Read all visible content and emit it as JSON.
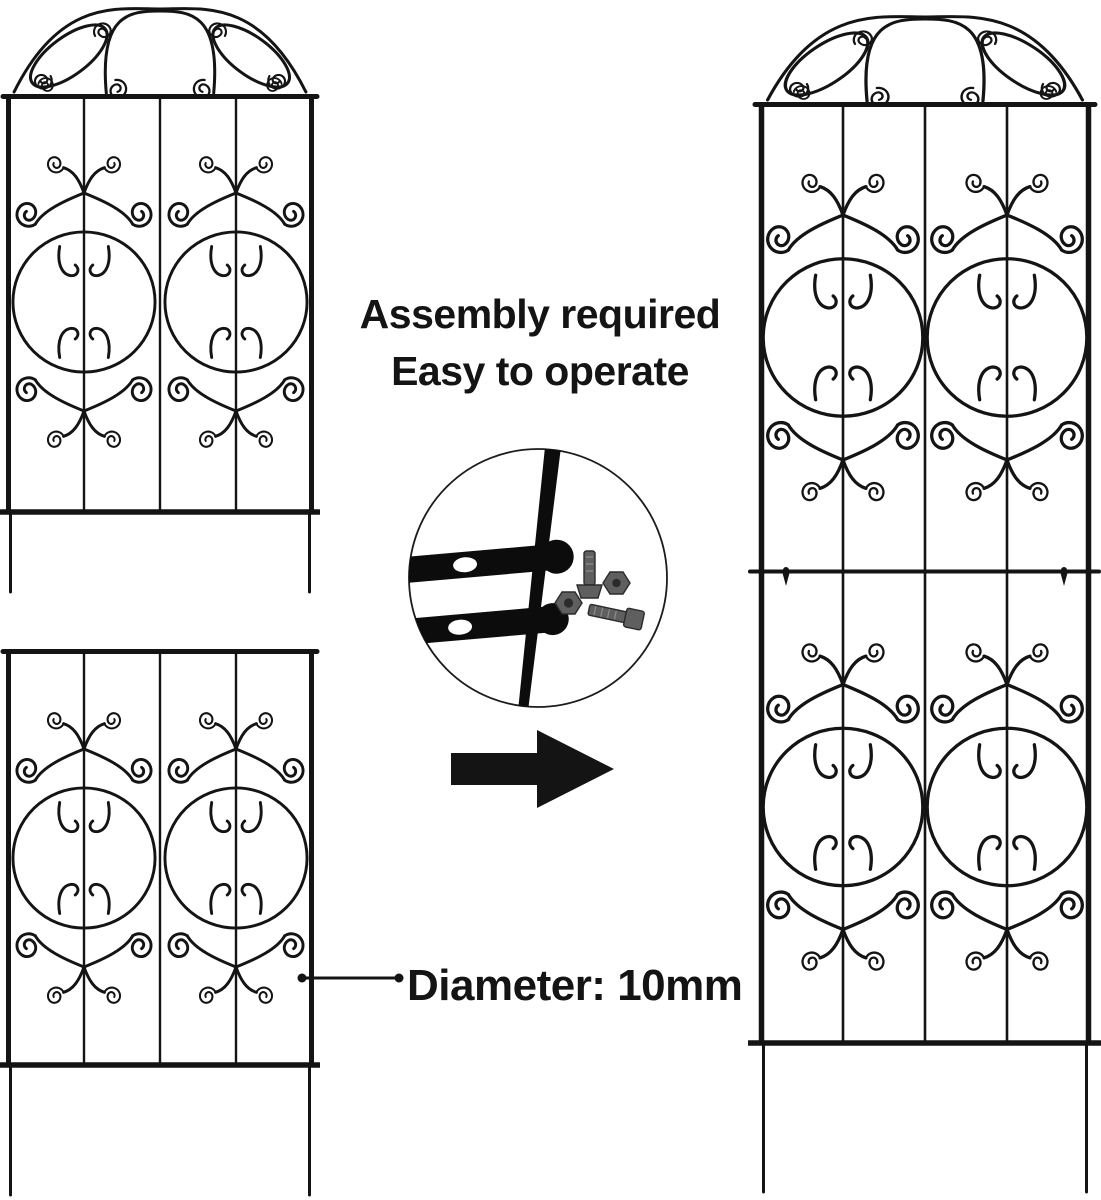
{
  "colors": {
    "background": "#ffffff",
    "ink": "#141414",
    "hardware_gray": "#5f5f5f"
  },
  "annotations": {
    "assembly_line1": "Assembly required",
    "assembly_line2": "Easy to operate",
    "diameter_label": "Diameter: 10mm"
  },
  "panels": {
    "arched_panel": {
      "columns": 4,
      "arched_top": true
    },
    "flat_panel": {
      "columns": 4,
      "arched_top": false
    },
    "assembled_panel": {
      "columns": 4,
      "arched_top": true,
      "sections": 2
    }
  },
  "detail_inset": {
    "hardware": [
      "bolt",
      "bolt",
      "nut",
      "nut"
    ]
  },
  "icons": {
    "arrow": "right-arrow",
    "detail_view": "magnifier-circle",
    "leader": "dotted-leader-line"
  }
}
